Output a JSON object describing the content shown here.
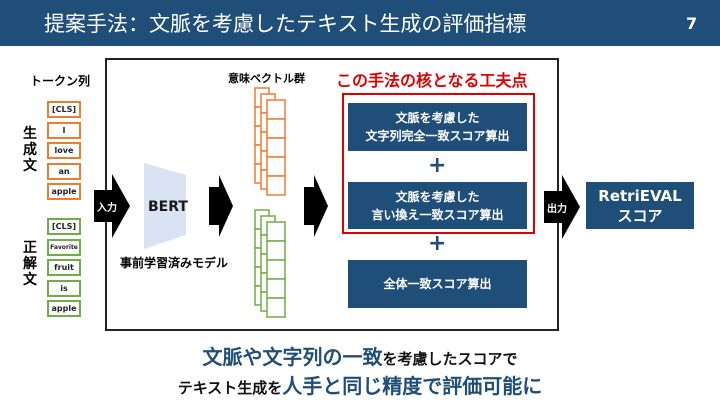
{
  "header": {
    "title": "提案手法：文脈を考慮したテキスト生成の評価指標",
    "page_number": "7"
  },
  "tokens_label": "トークン列",
  "generated": {
    "label": "生成文",
    "tokens": [
      "[CLS]",
      "I",
      "love",
      "an",
      "apple"
    ]
  },
  "reference": {
    "label": "正解文",
    "tokens": [
      "[CLS]",
      "Favorite",
      "fruit",
      "is",
      "apple"
    ]
  },
  "input_arrow": "入力",
  "model": {
    "name": "BERT",
    "caption": "事前学習済みモデル"
  },
  "vectors_label": "意味ベクトル群",
  "highlight_title": "この手法の核となる工夫点",
  "steps": [
    {
      "line1": "文脈を考慮した",
      "line2": "文字列完全一致スコア算出"
    },
    {
      "line1": "文脈を考慮した",
      "line2": "言い換え一致スコア算出"
    },
    {
      "line1": "全体一致スコア算出",
      "line2": ""
    }
  ],
  "plus": "+",
  "output_arrow": "出力",
  "result": {
    "line1": "RetriEVAL",
    "line2": "スコア"
  },
  "summary": {
    "l1a": "文脈や文字列の一致",
    "l1b": "を考慮したスコアで",
    "l2a": "テキスト生成を",
    "l2b": "人手と同じ精度で評価可能に"
  },
  "colors": {
    "navy": "#1f4e79",
    "orange": "#ed7d31",
    "green": "#70ad47",
    "red": "#e00000"
  }
}
